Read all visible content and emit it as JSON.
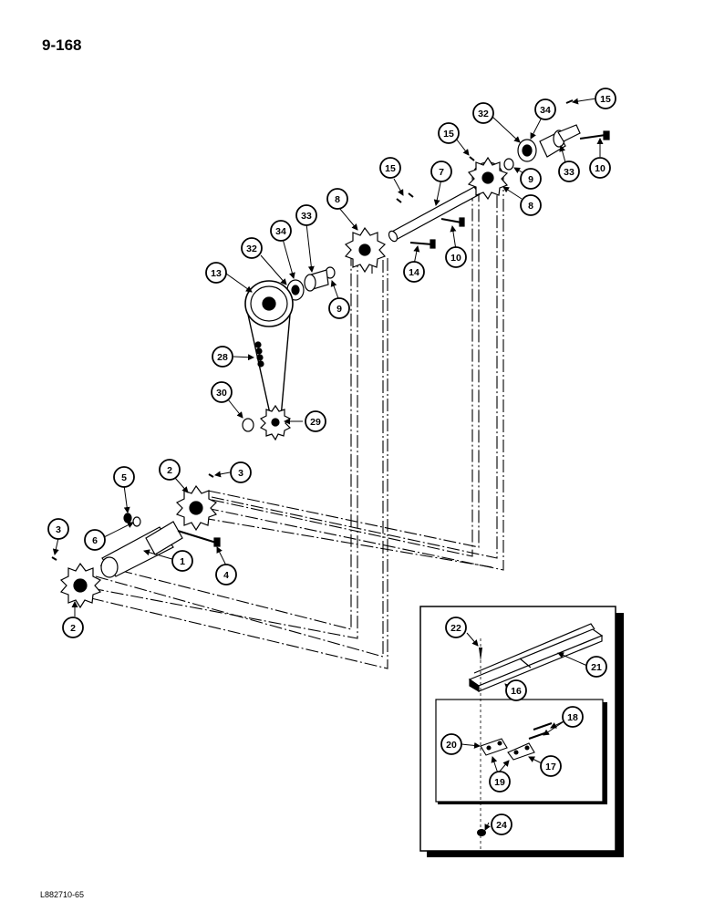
{
  "page": {
    "number": "9-168",
    "code": "L882710-65"
  },
  "callouts": [
    {
      "id": "c15a",
      "label": "15"
    },
    {
      "id": "c32a",
      "label": "32"
    },
    {
      "id": "c34a",
      "label": "34"
    },
    {
      "id": "c15b",
      "label": "15"
    },
    {
      "id": "c9a",
      "label": "9"
    },
    {
      "id": "c33a",
      "label": "33"
    },
    {
      "id": "c10a",
      "label": "10"
    },
    {
      "id": "c8a",
      "label": "8"
    },
    {
      "id": "c15c",
      "label": "15"
    },
    {
      "id": "c7",
      "label": "7"
    },
    {
      "id": "c8b",
      "label": "8"
    },
    {
      "id": "c33b",
      "label": "33"
    },
    {
      "id": "c34b",
      "label": "34"
    },
    {
      "id": "c32b",
      "label": "32"
    },
    {
      "id": "c13",
      "label": "13"
    },
    {
      "id": "c9b",
      "label": "9"
    },
    {
      "id": "c14",
      "label": "14"
    },
    {
      "id": "c10b",
      "label": "10"
    },
    {
      "id": "c28",
      "label": "28"
    },
    {
      "id": "c30",
      "label": "30"
    },
    {
      "id": "c29",
      "label": "29"
    },
    {
      "id": "c5",
      "label": "5"
    },
    {
      "id": "c2a",
      "label": "2"
    },
    {
      "id": "c3a",
      "label": "3"
    },
    {
      "id": "c3b",
      "label": "3"
    },
    {
      "id": "c6",
      "label": "6"
    },
    {
      "id": "c1",
      "label": "1"
    },
    {
      "id": "c4",
      "label": "4"
    },
    {
      "id": "c2b",
      "label": "2"
    },
    {
      "id": "c22",
      "label": "22"
    },
    {
      "id": "c21",
      "label": "21"
    },
    {
      "id": "c16",
      "label": "16"
    },
    {
      "id": "c18",
      "label": "18"
    },
    {
      "id": "c20",
      "label": "20"
    },
    {
      "id": "c17",
      "label": "17"
    },
    {
      "id": "c19",
      "label": "19"
    },
    {
      "id": "c24",
      "label": "24"
    }
  ]
}
